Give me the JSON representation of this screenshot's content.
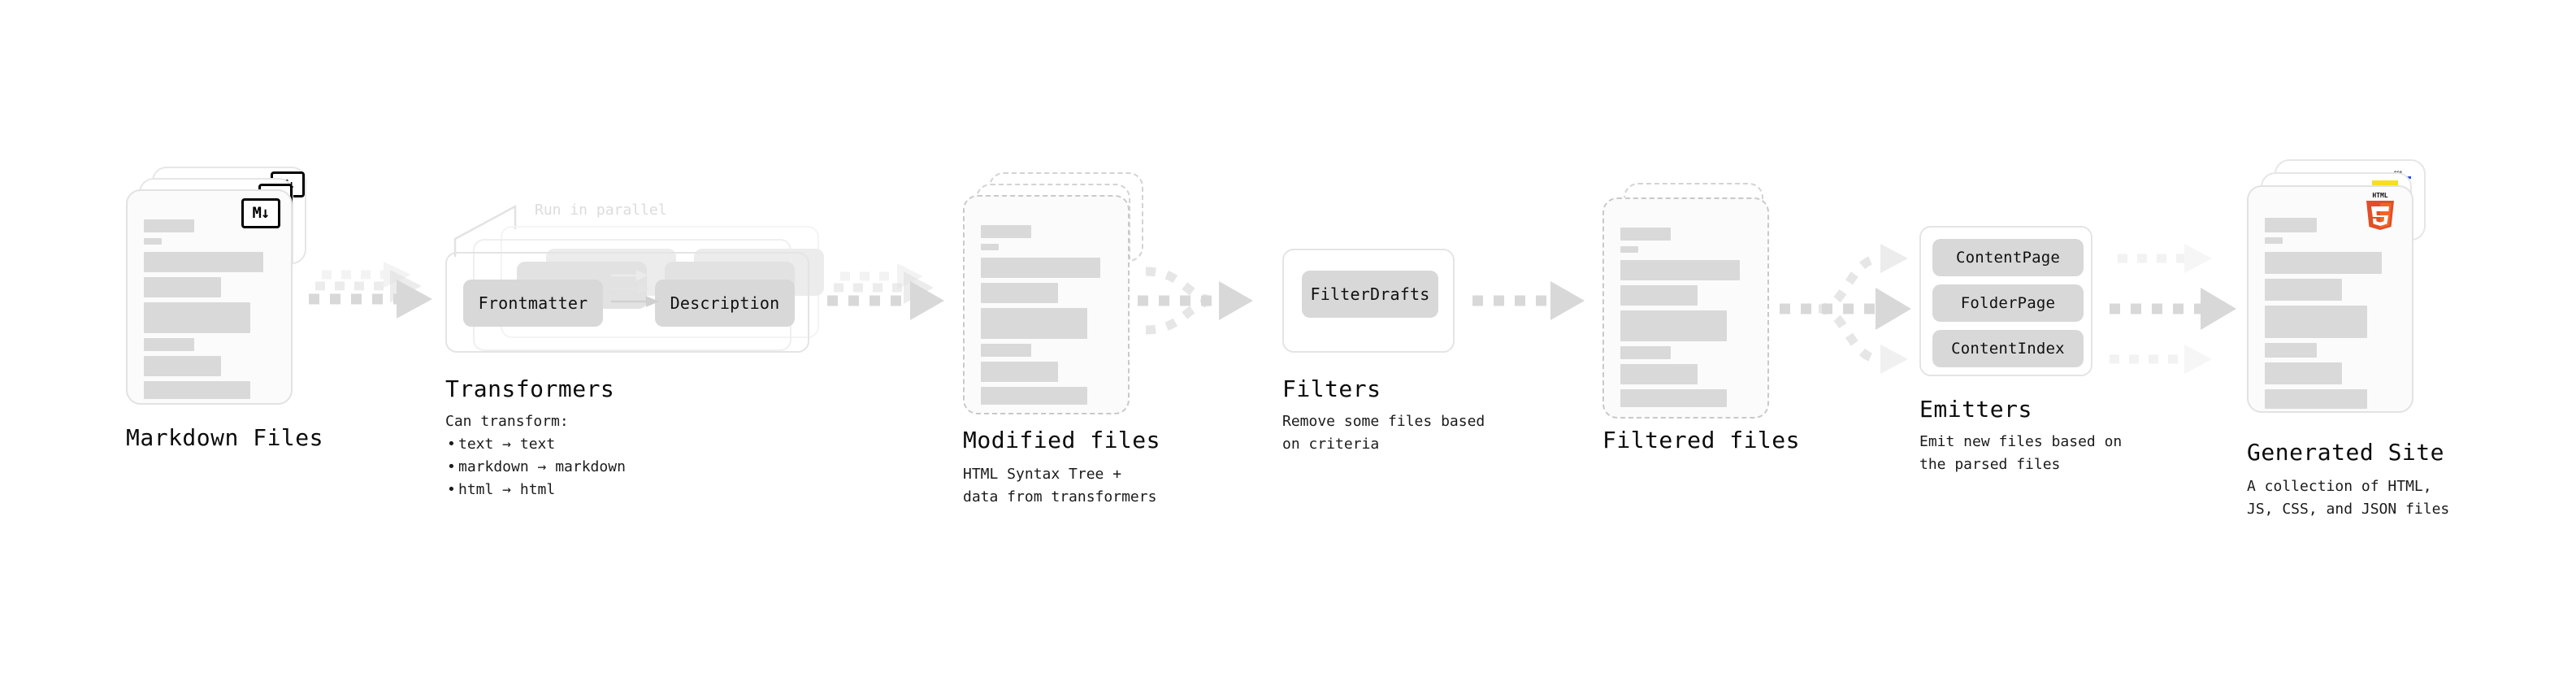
{
  "diagram": {
    "title_color": "#0b0b0b",
    "accent_bar_color": "#d9d9d9",
    "chip_color": "#d8d8d8",
    "js_color": "#f7df1e",
    "css_color": "#264de4",
    "html5_color": "#e44d26"
  },
  "stages": {
    "markdown_files": {
      "title": "Markdown Files",
      "badge": "M↓"
    },
    "transformers": {
      "parallel_label": "Run in parallel",
      "chip_left": "Frontmatter",
      "chip_right": "Description",
      "title": "Transformers",
      "desc_lead": "Can transform:",
      "bullets": [
        "text → text",
        "markdown → markdown",
        "html → html"
      ]
    },
    "modified_files": {
      "title": "Modified files",
      "desc": "HTML Syntax Tree +\ndata from transformers"
    },
    "filters": {
      "chip": "FilterDrafts",
      "title": "Filters",
      "desc": "Remove some files based\non criteria"
    },
    "filtered_files": {
      "title": "Filtered files",
      "desc": ""
    },
    "emitters": {
      "chips": [
        "ContentPage",
        "FolderPage",
        "ContentIndex"
      ],
      "title": "Emitters",
      "desc": "Emit new files based on\nthe parsed files"
    },
    "generated_site": {
      "title": "Generated Site",
      "desc": "A collection of HTML,\nJS, CSS, and JSON files",
      "badge_html": "HTML",
      "badge_html_digit": "5",
      "badge_css": "CSS"
    }
  }
}
